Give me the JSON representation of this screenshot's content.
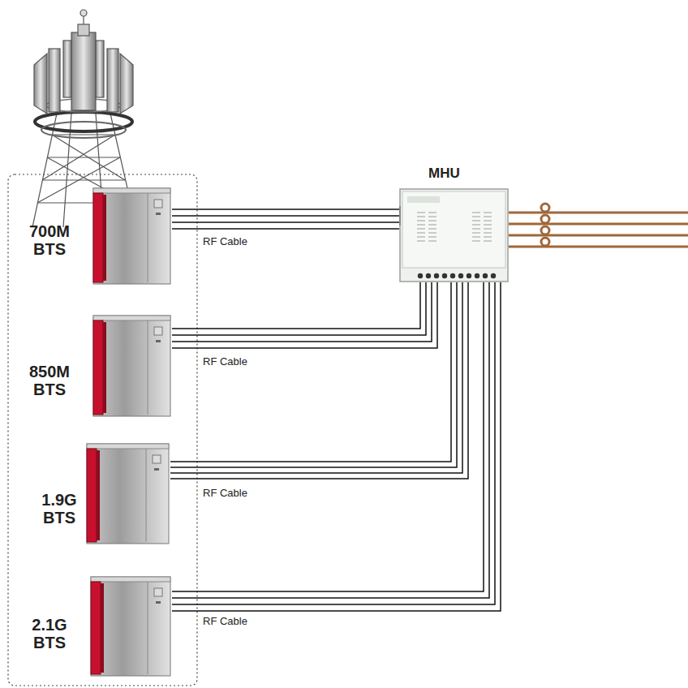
{
  "diagram": {
    "nodes": [
      {
        "text": [
          "700M BTS"
        ]
      },
      {
        "text": [
          "850M BTS"
        ]
      },
      {
        "text": [
          "1.9G BTS"
        ]
      },
      {
        "text": [
          "2.1G BTS"
        ]
      },
      {
        "text": [
          "MHU"
        ]
      }
    ],
    "edges": [
      {
        "from": 0,
        "to": 4,
        "arrow": "none",
        "label": "RF Cable"
      },
      {
        "from": 1,
        "to": 4,
        "arrow": "none",
        "label": "RF Cable"
      },
      {
        "from": 2,
        "to": 4,
        "arrow": "none",
        "label": "RF Cable"
      },
      {
        "from": 3,
        "to": 4,
        "arrow": "none",
        "label": "RF Cable"
      }
    ]
  }
}
